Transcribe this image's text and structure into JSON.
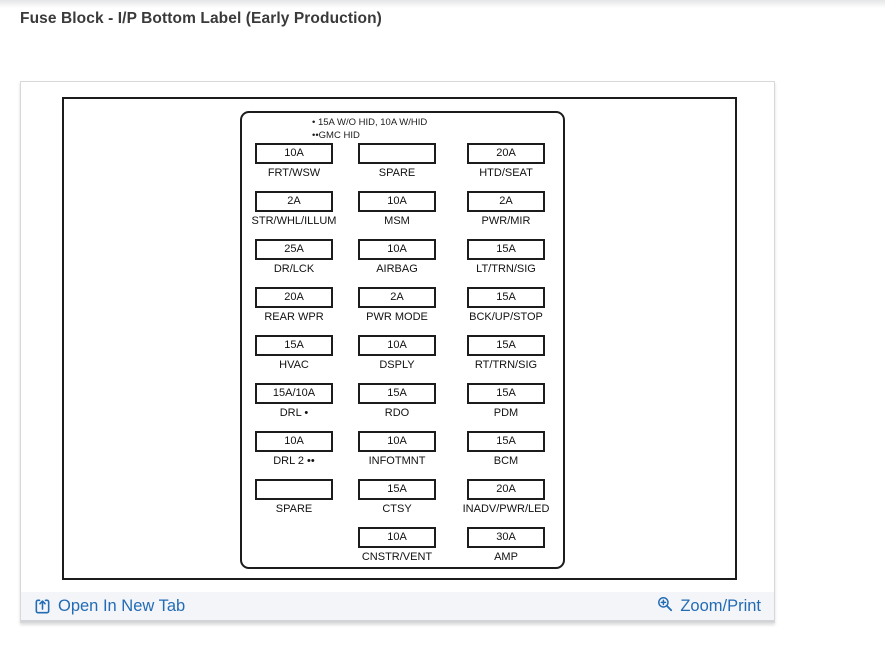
{
  "page": {
    "title": "Fuse Block - I/P Bottom Label (Early Production)"
  },
  "diagram": {
    "legend": {
      "line1": "• 15A W/O HID, 10A W/HID",
      "line2": "••GMC HID"
    },
    "rows": [
      [
        {
          "amp": "10A",
          "label": "FRT/WSW"
        },
        {
          "amp": "",
          "label": "SPARE"
        },
        {
          "amp": "20A",
          "label": "HTD/SEAT"
        }
      ],
      [
        {
          "amp": "2A",
          "label": "STR/WHL/ILLUM"
        },
        {
          "amp": "10A",
          "label": "MSM"
        },
        {
          "amp": "2A",
          "label": "PWR/MIR"
        }
      ],
      [
        {
          "amp": "25A",
          "label": "DR/LCK"
        },
        {
          "amp": "10A",
          "label": "AIRBAG"
        },
        {
          "amp": "15A",
          "label": "LT/TRN/SIG"
        }
      ],
      [
        {
          "amp": "20A",
          "label": "REAR WPR"
        },
        {
          "amp": "2A",
          "label": "PWR MODE"
        },
        {
          "amp": "15A",
          "label": "BCK/UP/STOP"
        }
      ],
      [
        {
          "amp": "15A",
          "label": "HVAC"
        },
        {
          "amp": "10A",
          "label": "DSPLY"
        },
        {
          "amp": "15A",
          "label": "RT/TRN/SIG"
        }
      ],
      [
        {
          "amp": "15A/10A",
          "label": "DRL •"
        },
        {
          "amp": "15A",
          "label": "RDO"
        },
        {
          "amp": "15A",
          "label": "PDM"
        }
      ],
      [
        {
          "amp": "10A",
          "label": "DRL 2 ••"
        },
        {
          "amp": "10A",
          "label": "INFOTMNT"
        },
        {
          "amp": "15A",
          "label": "BCM"
        }
      ],
      [
        {
          "amp": "",
          "label": "SPARE"
        },
        {
          "amp": "15A",
          "label": "CTSY"
        },
        {
          "amp": "20A",
          "label": "INADV/PWR/LED"
        }
      ],
      [
        {
          "amp": "10A",
          "label": "CNSTR/VENT"
        },
        {
          "amp": "30A",
          "label": "AMP"
        }
      ]
    ]
  },
  "footer": {
    "open_label": "Open In New Tab",
    "zoom_label": "Zoom/Print"
  },
  "colors": {
    "link_blue": "#236cb4",
    "footer_bg": "#f3f5f9",
    "card_border": "#d6d8da",
    "diagram_ink": "#1c1c1c"
  }
}
